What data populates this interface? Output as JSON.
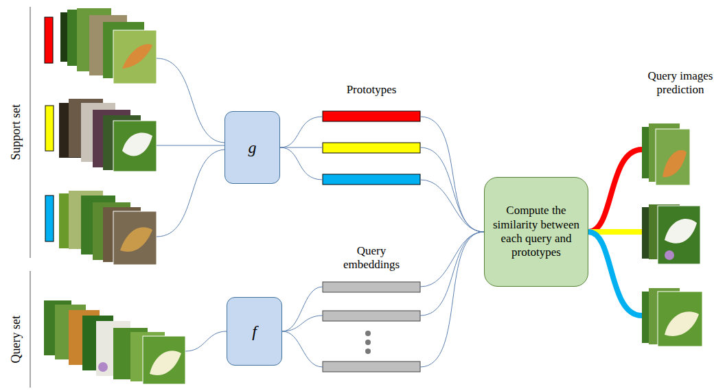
{
  "diagram": {
    "nodes": [
      {
        "text": [
          "g"
        ]
      },
      {
        "text": [
          "f"
        ]
      },
      {
        "text": [
          "Compute the similarity between each query and prototypes"
        ]
      }
    ],
    "labels": [
      "Support set",
      "Query set",
      "Prototypes",
      "Query embeddings",
      "Query images prediction"
    ]
  }
}
